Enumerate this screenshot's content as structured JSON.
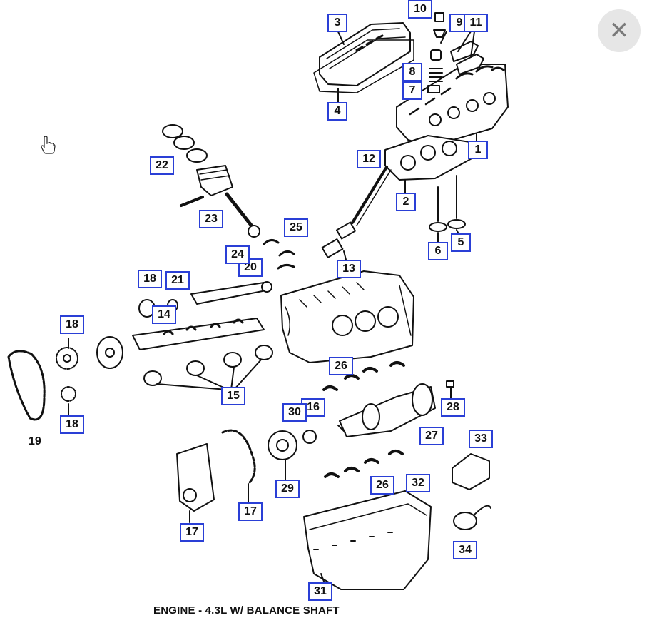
{
  "diagram": {
    "caption": "ENGINE - 4.3L W/ BALANCE SHAFT",
    "callouts": {
      "c1": "1",
      "c2": "2",
      "c3": "3",
      "c4": "4",
      "c5": "5",
      "c6": "6",
      "c7": "7",
      "c8": "8",
      "c9": "9",
      "c10": "10",
      "c11": "11",
      "c12": "12",
      "c13": "13",
      "c14": "14",
      "c15": "15",
      "c16": "16",
      "c17a": "17",
      "c17b": "17",
      "c18a": "18",
      "c18b": "18",
      "c18c": "18",
      "c19": "19",
      "c20": "20",
      "c21": "21",
      "c22": "22",
      "c23": "23",
      "c24": "24",
      "c25": "25",
      "c26a": "26",
      "c26b": "26",
      "c27": "27",
      "c28": "28",
      "c29": "29",
      "c30": "30",
      "c31": "31",
      "c32": "32",
      "c33": "33",
      "c34": "34"
    },
    "callout_color": "#2a3fd6"
  },
  "controls": {
    "close_glyph": "✕",
    "close_icon": "close-icon",
    "cursor_icon": "hand-pointer-icon"
  }
}
